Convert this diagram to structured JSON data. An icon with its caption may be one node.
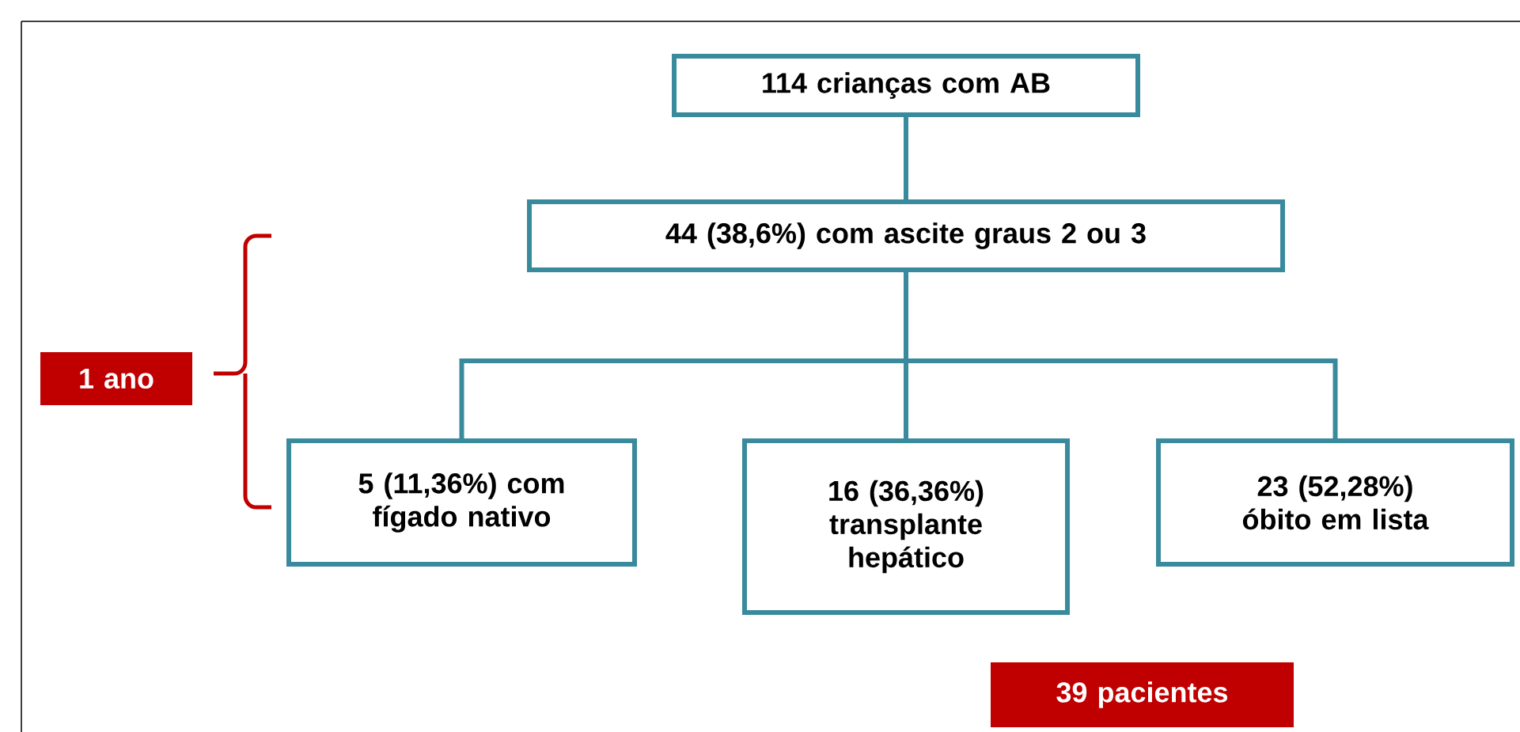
{
  "diagram": {
    "nodes": [
      {
        "text": [
          "114 crianças com AB"
        ]
      },
      {
        "text": [
          "44 (38,6%) com ascite graus 2 ou 3"
        ]
      },
      {
        "text": [
          "5 (11,36%) com fígado nativo"
        ]
      },
      {
        "text": [
          "16 (36,36%) transplante hepático"
        ]
      },
      {
        "text": [
          "23 (52,28%) óbito em lista"
        ]
      },
      {
        "text": [
          "1 ano"
        ]
      },
      {
        "text": [
          "39 pacientes"
        ]
      }
    ],
    "edges": [
      {
        "from": 0,
        "to": 1,
        "arrow": "none"
      },
      {
        "from": 1,
        "to": 2,
        "arrow": "none"
      },
      {
        "from": 1,
        "to": 3,
        "arrow": "none"
      },
      {
        "from": 1,
        "to": 4,
        "arrow": "none"
      }
    ]
  }
}
